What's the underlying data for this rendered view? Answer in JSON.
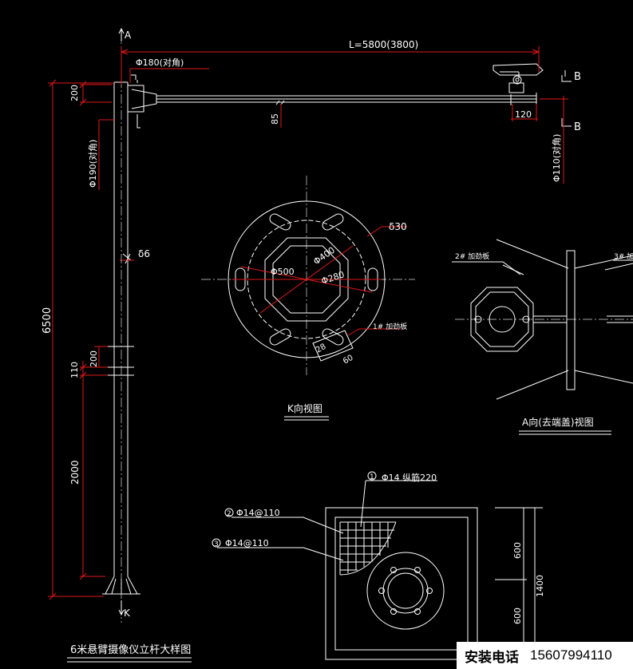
{
  "drawing": {
    "title": "6米悬臂摄像仪立杆大样图",
    "arm_length": "L=5800(3800)",
    "arm_dia": "Φ180(对角)",
    "pole_dia_top": "Φ190(对角)",
    "arm_end_dia": "Φ110(对角)",
    "dim_200_top": "200",
    "dim_85": "85",
    "dim_120": "120",
    "thickness_6": "δ6",
    "dim_6500": "6500",
    "dim_200_mid": "200",
    "dim_110": "110",
    "dim_2000": "2000",
    "section_a": "A",
    "section_k": "K",
    "section_b": "B",
    "flange": {
      "title": "K向视图",
      "thickness": "δ30",
      "dia_400": "Φ400",
      "dia_500": "Φ500",
      "dia_280": "Φ280",
      "stiffener": "1# 加劲板",
      "dim_28": "28",
      "dim_60": "60"
    },
    "end_view": {
      "title": "A向(去端盖)视图",
      "stiffener2": "2# 加劲板",
      "stiffener3": "3# 加"
    },
    "foundation": {
      "rebar1": "Φ14 纵筋220",
      "rebar2": "Φ14@110",
      "rebar3": "Φ14@110",
      "mark1": "1",
      "mark2": "2",
      "mark3": "3",
      "dim_600a": "600",
      "dim_600b": "600",
      "dim_1400": "1400"
    }
  },
  "contact": {
    "label": "安装电话",
    "phone": "15607994110"
  }
}
